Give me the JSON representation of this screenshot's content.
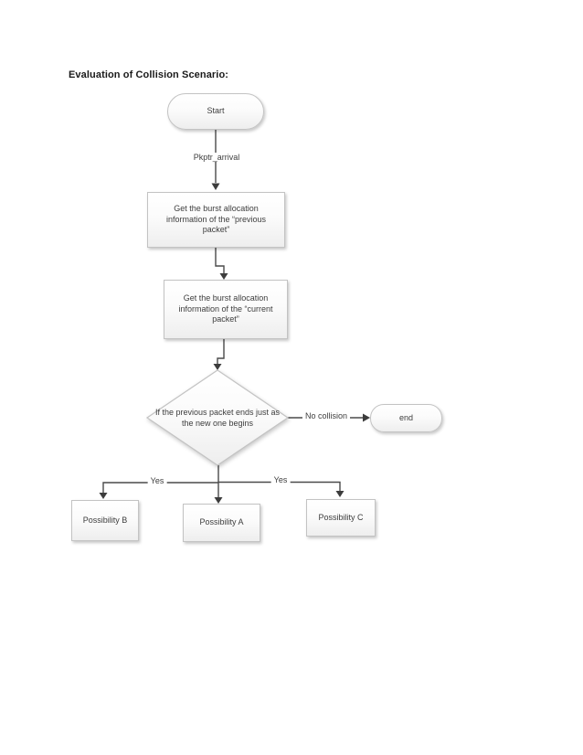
{
  "title": "Evaluation of Collision Scenario:",
  "flowchart": {
    "nodes": {
      "start": {
        "label": "Start"
      },
      "get_previous": {
        "label": "Get the burst allocation information of the “previous packet”"
      },
      "get_current": {
        "label": "Get the burst allocation information of the “current packet”"
      },
      "decision": {
        "label": "If the previous packet ends just as the new one begins"
      },
      "end": {
        "label": "end"
      },
      "possibility_b": {
        "label": "Possibility B"
      },
      "possibility_a": {
        "label": "Possibility A"
      },
      "possibility_c": {
        "label": "Possibility C"
      }
    },
    "edge_labels": {
      "arrival": "Pkptr_arrival",
      "no_collision": "No collision",
      "yes_left": "Yes",
      "yes_right": "Yes"
    },
    "colors": {
      "connector": "#4a4a4a",
      "arrowhead": "#3c3c3c",
      "node_border": "#c3c3c3",
      "node_fill_top": "#ffffff",
      "node_fill_bottom": "#eeeeee",
      "text": "#3d3d3d"
    }
  }
}
